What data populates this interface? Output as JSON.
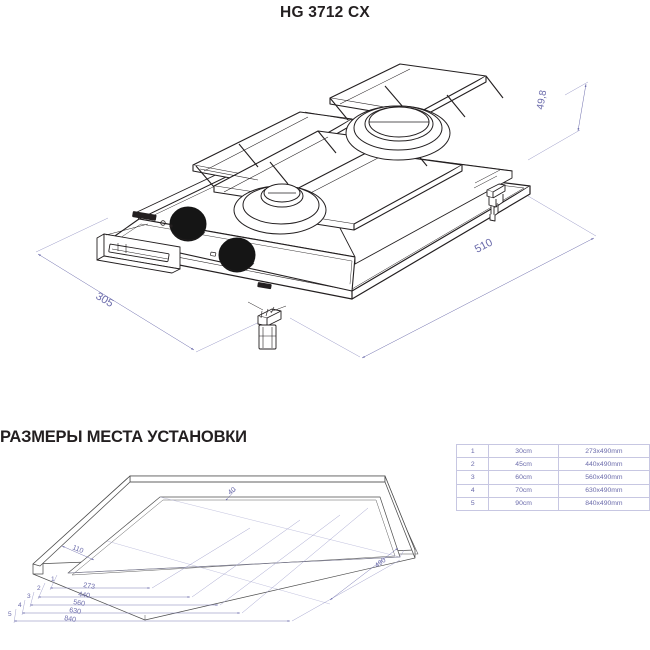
{
  "page": {
    "title": "HG 3712 CX",
    "section_heading": "РАЗМЕРЫ МЕСТА УСТАНОВКИ"
  },
  "product_view": {
    "name": "isometric-cooktop-drawing",
    "description": "domino gas hob isometric technical drawing",
    "dimensions": {
      "width": "510",
      "depth": "305",
      "height": "49,8"
    },
    "components": {
      "grate": "pan-support-grate",
      "burner_large": "large-burner",
      "burner_small": "small-burner",
      "knob_front": "control-knob-front",
      "knob_rear": "control-knob-rear",
      "gas_connector": "gas-inlet-connector",
      "power_plug": "power-plug",
      "mounting_bracket": "mounting-bracket"
    }
  },
  "installation_view": {
    "name": "installation-cutout-drawing",
    "labels": {
      "front_gap": "110",
      "worktop_thickness": "40",
      "cutout_depth": "490"
    },
    "chain": [
      {
        "index": "1",
        "value": "273"
      },
      {
        "index": "2",
        "value": "440"
      },
      {
        "index": "3",
        "value": "560"
      },
      {
        "index": "4",
        "value": "630"
      },
      {
        "index": "5",
        "value": "840"
      }
    ]
  },
  "dimension_table": {
    "rows": [
      {
        "index": "1",
        "cabinet": "30cm",
        "cutout": "273x490mm"
      },
      {
        "index": "2",
        "cabinet": "45cm",
        "cutout": "440x490mm"
      },
      {
        "index": "3",
        "cabinet": "60cm",
        "cutout": "560x490mm"
      },
      {
        "index": "4",
        "cabinet": "70cm",
        "cutout": "630x490mm"
      },
      {
        "index": "5",
        "cabinet": "90cm",
        "cutout": "840x490mm"
      }
    ]
  },
  "colors": {
    "line": "#231f20",
    "dimension": "#6b6bab",
    "table_border": "#c7c7e2",
    "knob": "#151515"
  }
}
